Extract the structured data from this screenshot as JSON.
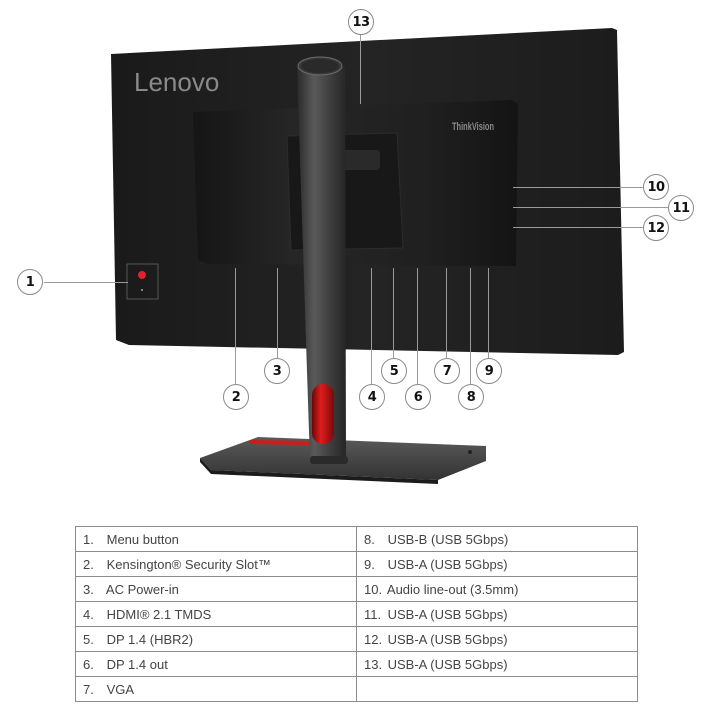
{
  "figure": {
    "brand_logo": "Lenovo",
    "sub_brand_logo": "ThinkVision",
    "colors": {
      "monitor_body": "#1e1e1e",
      "stand": "#3a3a3a",
      "accent_red": "#d11a1a",
      "callout_border": "#8a8a8a",
      "table_border": "#8c8c8c",
      "table_text": "#444444"
    },
    "callouts": [
      {
        "id": "1",
        "label": "1"
      },
      {
        "id": "2",
        "label": "2"
      },
      {
        "id": "3",
        "label": "3"
      },
      {
        "id": "4",
        "label": "4"
      },
      {
        "id": "5",
        "label": "5"
      },
      {
        "id": "6",
        "label": "6"
      },
      {
        "id": "7",
        "label": "7"
      },
      {
        "id": "8",
        "label": "8"
      },
      {
        "id": "9",
        "label": "9"
      },
      {
        "id": "10",
        "label": "10"
      },
      {
        "id": "11",
        "label": "11"
      },
      {
        "id": "12",
        "label": "12"
      },
      {
        "id": "13",
        "label": "13"
      }
    ]
  },
  "legend": {
    "left": [
      {
        "num": "1.",
        "text": "Menu button"
      },
      {
        "num": "2.",
        "text": "Kensington® Security Slot™"
      },
      {
        "num": "3.",
        "text": "AC Power-in"
      },
      {
        "num": "4.",
        "text": "HDMI® 2.1 TMDS"
      },
      {
        "num": "5.",
        "text": "DP 1.4 (HBR2)"
      },
      {
        "num": "6.",
        "text": "DP 1.4 out"
      },
      {
        "num": "7.",
        "text": "VGA"
      }
    ],
    "right": [
      {
        "num": "8.",
        "text": "USB-B (USB 5Gbps)"
      },
      {
        "num": "9.",
        "text": "USB-A (USB 5Gbps)"
      },
      {
        "num": "10.",
        "text": "Audio line-out (3.5mm)"
      },
      {
        "num": "11.",
        "text": "USB-A (USB 5Gbps)"
      },
      {
        "num": "12.",
        "text": "USB-A (USB 5Gbps)"
      },
      {
        "num": "13.",
        "text": "USB-A (USB 5Gbps)"
      },
      {
        "num": "",
        "text": ""
      }
    ]
  }
}
